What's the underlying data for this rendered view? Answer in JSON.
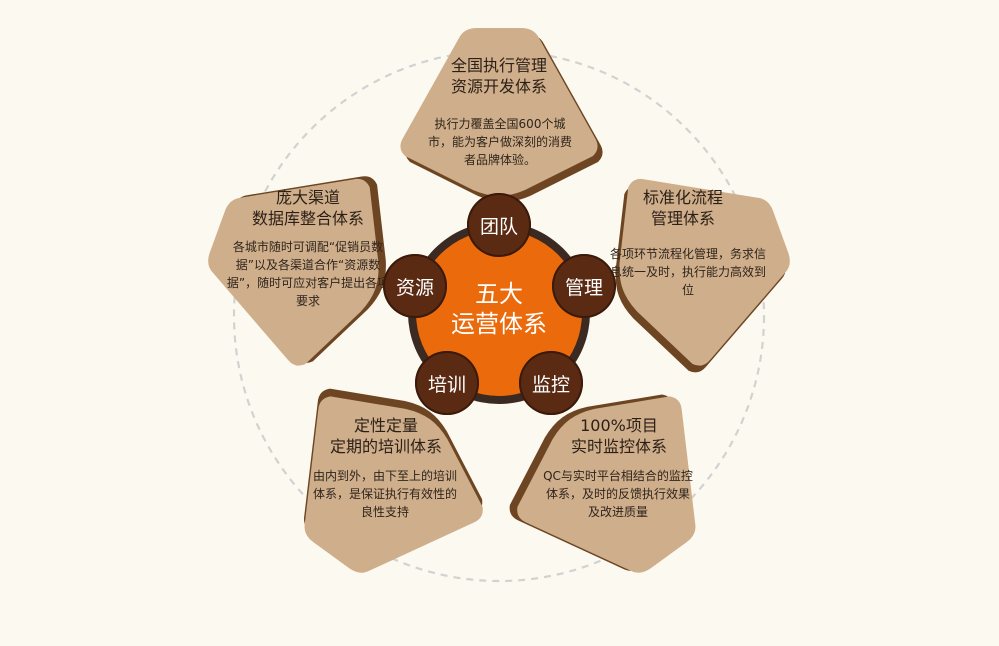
{
  "colors": {
    "background": "#fcf9f0",
    "panel": "#cfae8b",
    "panel_shadow": "#6d4522",
    "ring": "#d2d2d2",
    "core_orange": "#ea6a0c",
    "core_rim": "#3a2a22",
    "node_brown": "#5a2a13"
  },
  "center": {
    "label": "五大\n运营体系"
  },
  "nodes": [
    {
      "label": "团队"
    },
    {
      "label": "管理"
    },
    {
      "label": "监控"
    },
    {
      "label": "培训"
    },
    {
      "label": "资源"
    }
  ],
  "panels": [
    {
      "title": "全国执行管理\n资源开发体系",
      "desc": "执行力覆盖全国600个城市，能为客户做深刻的消费者品牌体验。"
    },
    {
      "title": "标准化流程\n管理体系",
      "desc": "各项环节流程化管理，务求信息统一及时，执行能力高效到位"
    },
    {
      "title": "100%项目\n实时监控体系",
      "desc": "QC与实时平台相结合的监控体系，及时的反馈执行效果及改进质量"
    },
    {
      "title": "定性定量\n定期的培训体系",
      "desc": "由内到外，由下至上的培训体系，是保证执行有效性的良性支持"
    },
    {
      "title": "庞大渠道\n数据库整合体系",
      "desc": "各城市随时可调配“促销员数据”以及各渠道合作“资源数据”，随时可应对客户提出各项要求"
    }
  ]
}
